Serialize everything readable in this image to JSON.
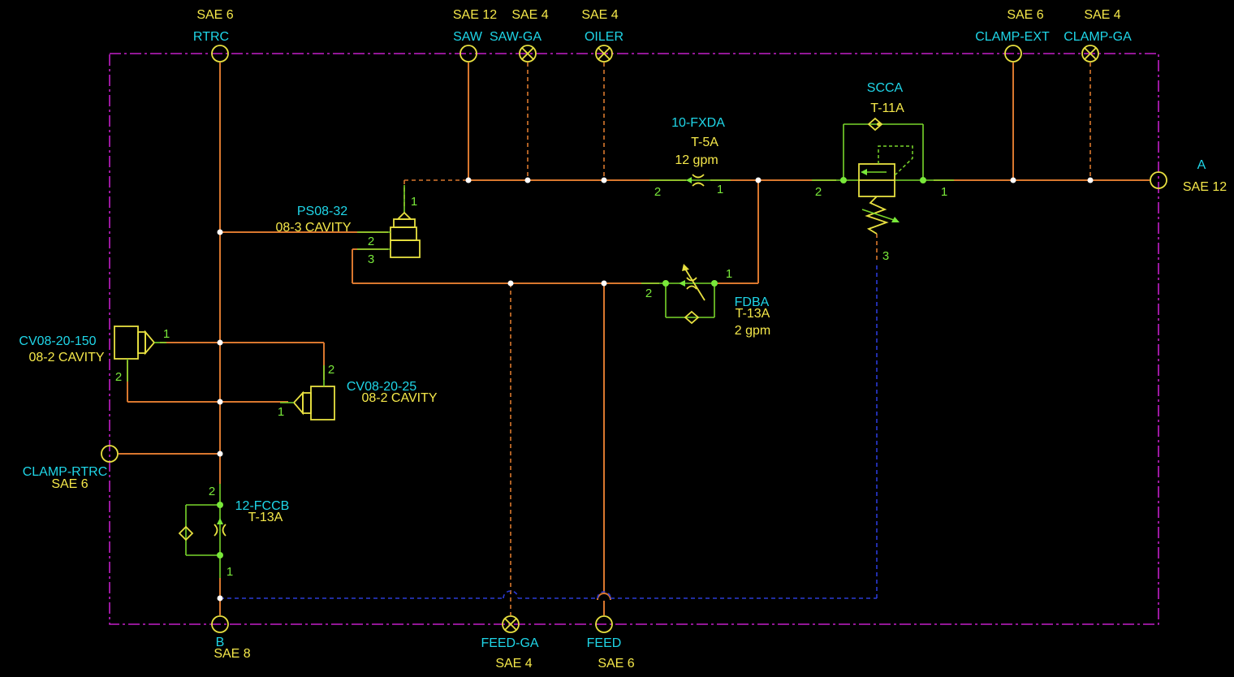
{
  "ports": {
    "rtrc": {
      "name": "RTRC",
      "size": "SAE 6"
    },
    "saw": {
      "name": "SAW",
      "size": "SAE 12"
    },
    "saw_ga": {
      "name": "SAW-GA",
      "size": "SAE 4"
    },
    "oiler": {
      "name": "OILER",
      "size": "SAE 4"
    },
    "clamp_ext": {
      "name": "CLAMP-EXT",
      "size": "SAE 6"
    },
    "clamp_ga": {
      "name": "CLAMP-GA",
      "size": "SAE 4"
    },
    "a": {
      "name": "A",
      "size": "SAE 12"
    },
    "clamp_rtrc": {
      "name": "CLAMP-RTRC",
      "size": "SAE 6"
    },
    "b": {
      "name": "B",
      "size": "SAE 8"
    },
    "feed_ga": {
      "name": "FEED-GA",
      "size": "SAE 4"
    },
    "feed": {
      "name": "FEED",
      "size": "SAE 6"
    }
  },
  "components": {
    "fxda": {
      "model": "10-FXDA",
      "cavity": "T-5A",
      "rating": "12 gpm"
    },
    "scca": {
      "model": "SCCA",
      "cavity": "T-11A"
    },
    "ps": {
      "model": "PS08-32",
      "cavity": "08-3 CAVITY"
    },
    "fdba": {
      "model": "FDBA",
      "cavity": "T-13A",
      "rating": "2 gpm"
    },
    "cv150": {
      "model": "CV08-20-150",
      "cavity": "08-2 CAVITY"
    },
    "cv25": {
      "model": "CV08-20-25",
      "cavity": "08-2 CAVITY"
    },
    "fccb": {
      "model": "12-FCCB",
      "cavity": "T-13A"
    }
  },
  "pins": {
    "p1": "1",
    "p2": "2",
    "p3": "3"
  }
}
